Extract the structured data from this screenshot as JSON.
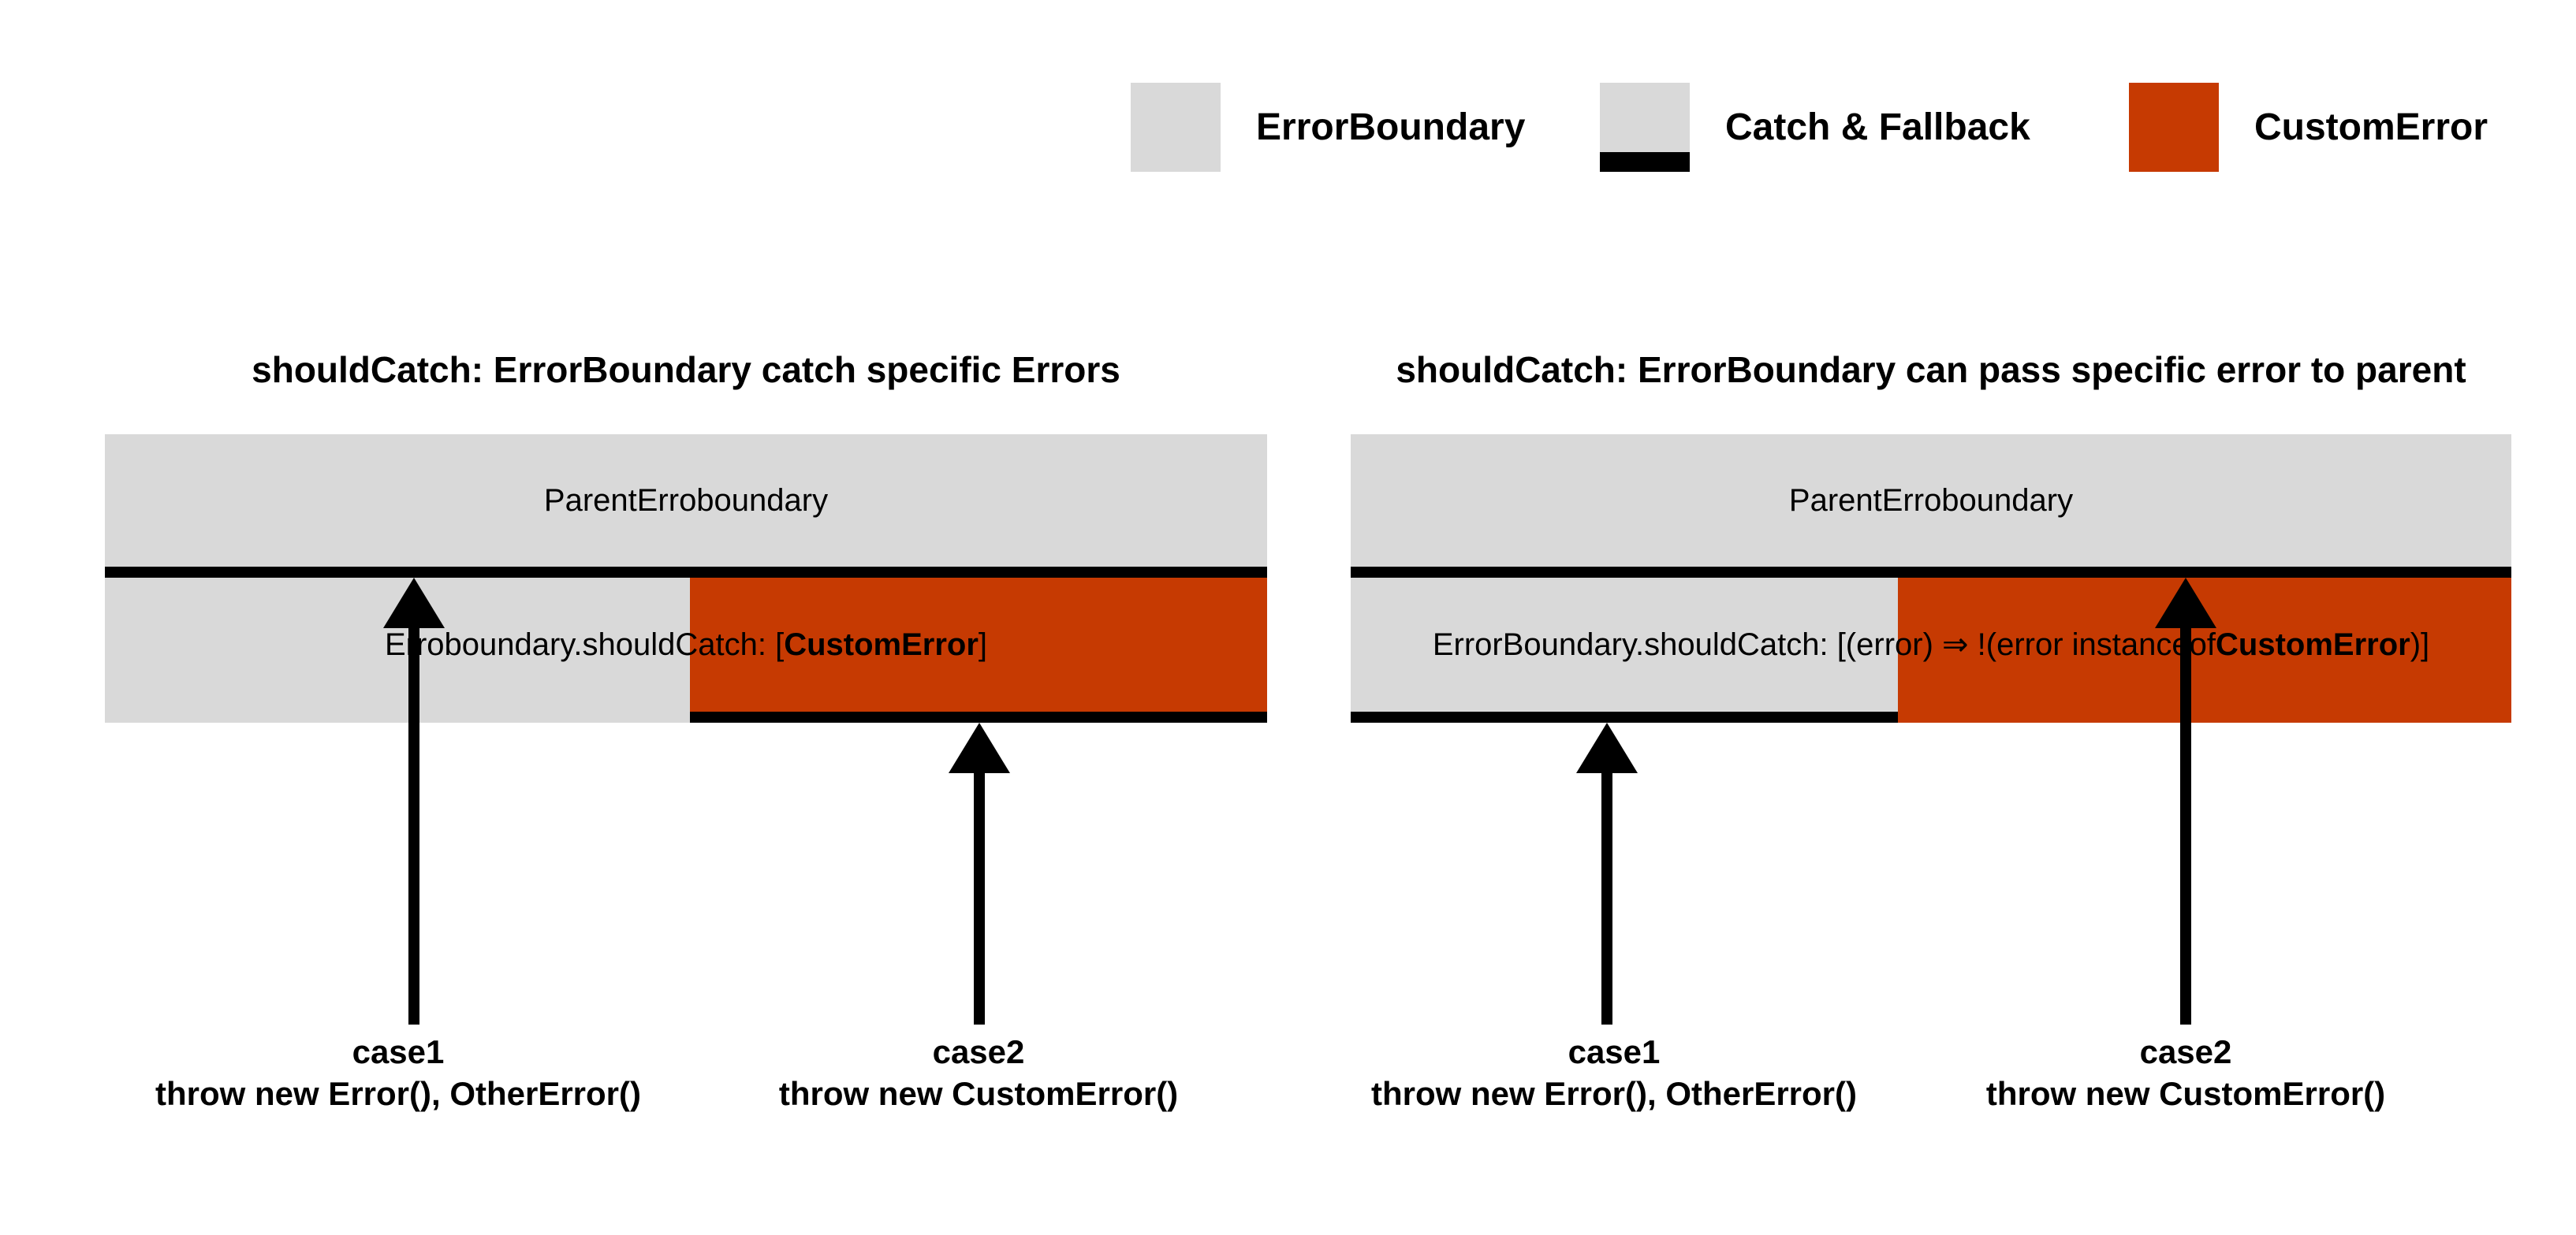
{
  "colors": {
    "background": "#FFFFFF",
    "gray": "#D9D9D9",
    "orange": "#C63A02",
    "black": "#000000"
  },
  "legend": {
    "items": [
      {
        "label": "ErrorBoundary",
        "swatch": "gray-square"
      },
      {
        "label": "Catch & Fallback",
        "swatch": "gray-square-with-black-catch-bar"
      },
      {
        "label": "CustomError",
        "swatch": "orange-square"
      }
    ]
  },
  "diagrams": [
    {
      "title": "shouldCatch: ErrorBoundary catch specific Errors",
      "parent_label": "ParentErroboundary",
      "child_label": {
        "prefix": "Erroboundary.shouldCatch: [",
        "bold": "CustomError",
        "suffix": "]"
      },
      "cases": [
        {
          "name": "case1",
          "code": "throw new Error(), OtherError()"
        },
        {
          "name": "case2",
          "code": "throw new CustomError()"
        }
      ]
    },
    {
      "title": "shouldCatch: ErrorBoundary can pass specific error to parent",
      "parent_label": "ParentErroboundary",
      "child_label": {
        "prefix": "ErrorBoundary.shouldCatch: [(error) ⇒ !(error instanceof ",
        "bold": "CustomError",
        "suffix": ")]"
      },
      "cases": [
        {
          "name": "case1",
          "code": "throw new Error(), OtherError()"
        },
        {
          "name": "case2",
          "code": "throw new CustomError()"
        }
      ]
    }
  ]
}
